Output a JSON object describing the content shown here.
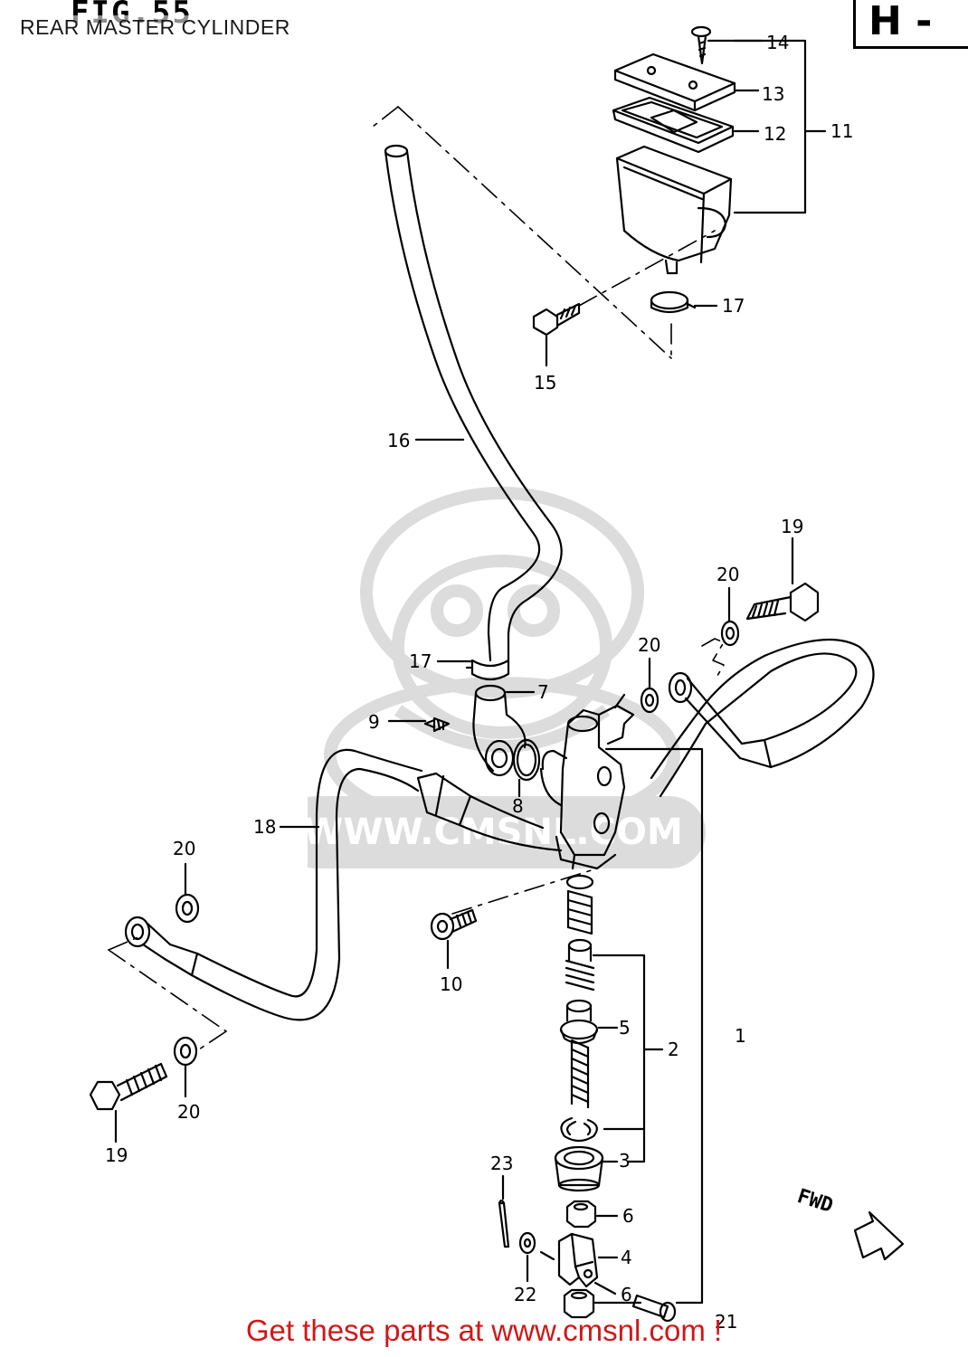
{
  "figure_number": "FIG.55",
  "caption": "REAR MASTER CYLINDER",
  "section_label": "H -",
  "watermark_text": "WWW.CMSNL.COM",
  "direction_label": "FWD",
  "footer_text": "Get these parts at www.cmsnl.com !",
  "part_labels": {
    "n1": "1",
    "n2": "2",
    "n3": "3",
    "n4": "4",
    "n5": "5",
    "n6a": "6",
    "n6b": "6",
    "n7": "7",
    "n8": "8",
    "n9": "9",
    "n10": "10",
    "n11": "11",
    "n12": "12",
    "n13": "13",
    "n14": "14",
    "n15": "15",
    "n16": "16",
    "n17a": "17",
    "n17b": "17",
    "n18": "18",
    "n19a": "19",
    "n19b": "19",
    "n20a": "20",
    "n20b": "20",
    "n20c": "20",
    "n20d": "20",
    "n21": "21",
    "n22": "22",
    "n23": "23"
  }
}
